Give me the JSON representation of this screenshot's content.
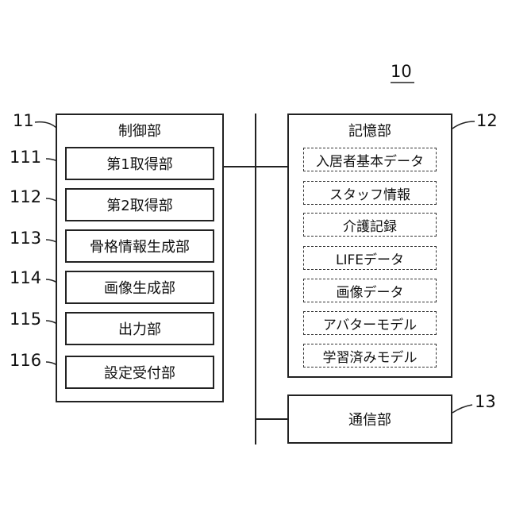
{
  "figure_ref": "10",
  "control": {
    "ref": "11",
    "title": "制御部",
    "units": [
      {
        "ref": "111",
        "label": "第1取得部"
      },
      {
        "ref": "112",
        "label": "第2取得部"
      },
      {
        "ref": "113",
        "label": "骨格情報生成部"
      },
      {
        "ref": "114",
        "label": "画像生成部"
      },
      {
        "ref": "115",
        "label": "出力部"
      },
      {
        "ref": "116",
        "label": "設定受付部"
      }
    ]
  },
  "storage": {
    "ref": "12",
    "title": "記憶部",
    "items": [
      "入居者基本データ",
      "スタッフ情報",
      "介護記録",
      "LIFEデータ",
      "画像データ",
      "アバターモデル",
      "学習済みモデル"
    ]
  },
  "comm": {
    "ref": "13",
    "title": "通信部"
  }
}
